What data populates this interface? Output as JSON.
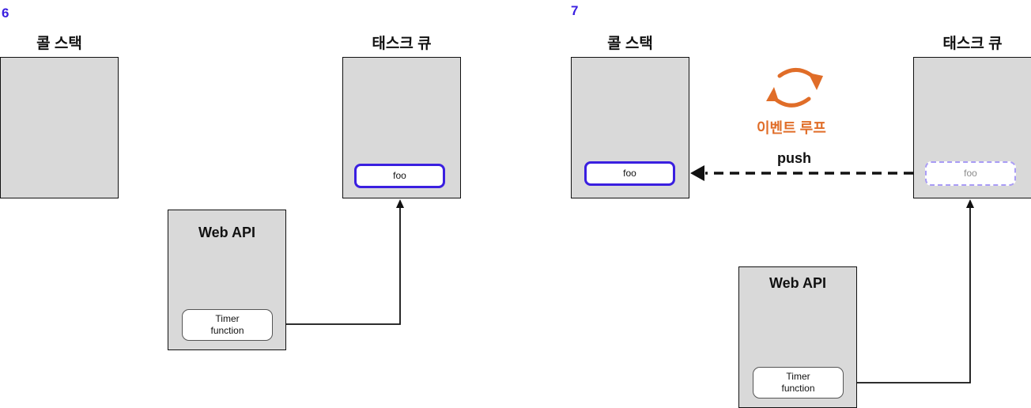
{
  "colors": {
    "step_number": "#3a1fe0",
    "active_item_border": "#3a1fe0",
    "ghost_item_border": "#a99cf5",
    "event_loop": "#e06d28",
    "box_fill": "#d9d9d9"
  },
  "left_panel": {
    "step": "6",
    "call_stack_title": "콜 스택",
    "task_queue_title": "태스크 큐",
    "task_queue_item": "foo",
    "web_api_title": "Web API",
    "timer_label": "Timer\nfunction"
  },
  "right_panel": {
    "step": "7",
    "call_stack_title": "콜 스택",
    "call_stack_item": "foo",
    "task_queue_title": "태스크 큐",
    "task_queue_item": "foo",
    "event_loop_label": "이벤트 루프",
    "event_loop_icon": "refresh-cycle-icon",
    "push_label": "push",
    "web_api_title": "Web API",
    "timer_label": "Timer\nfunction"
  }
}
